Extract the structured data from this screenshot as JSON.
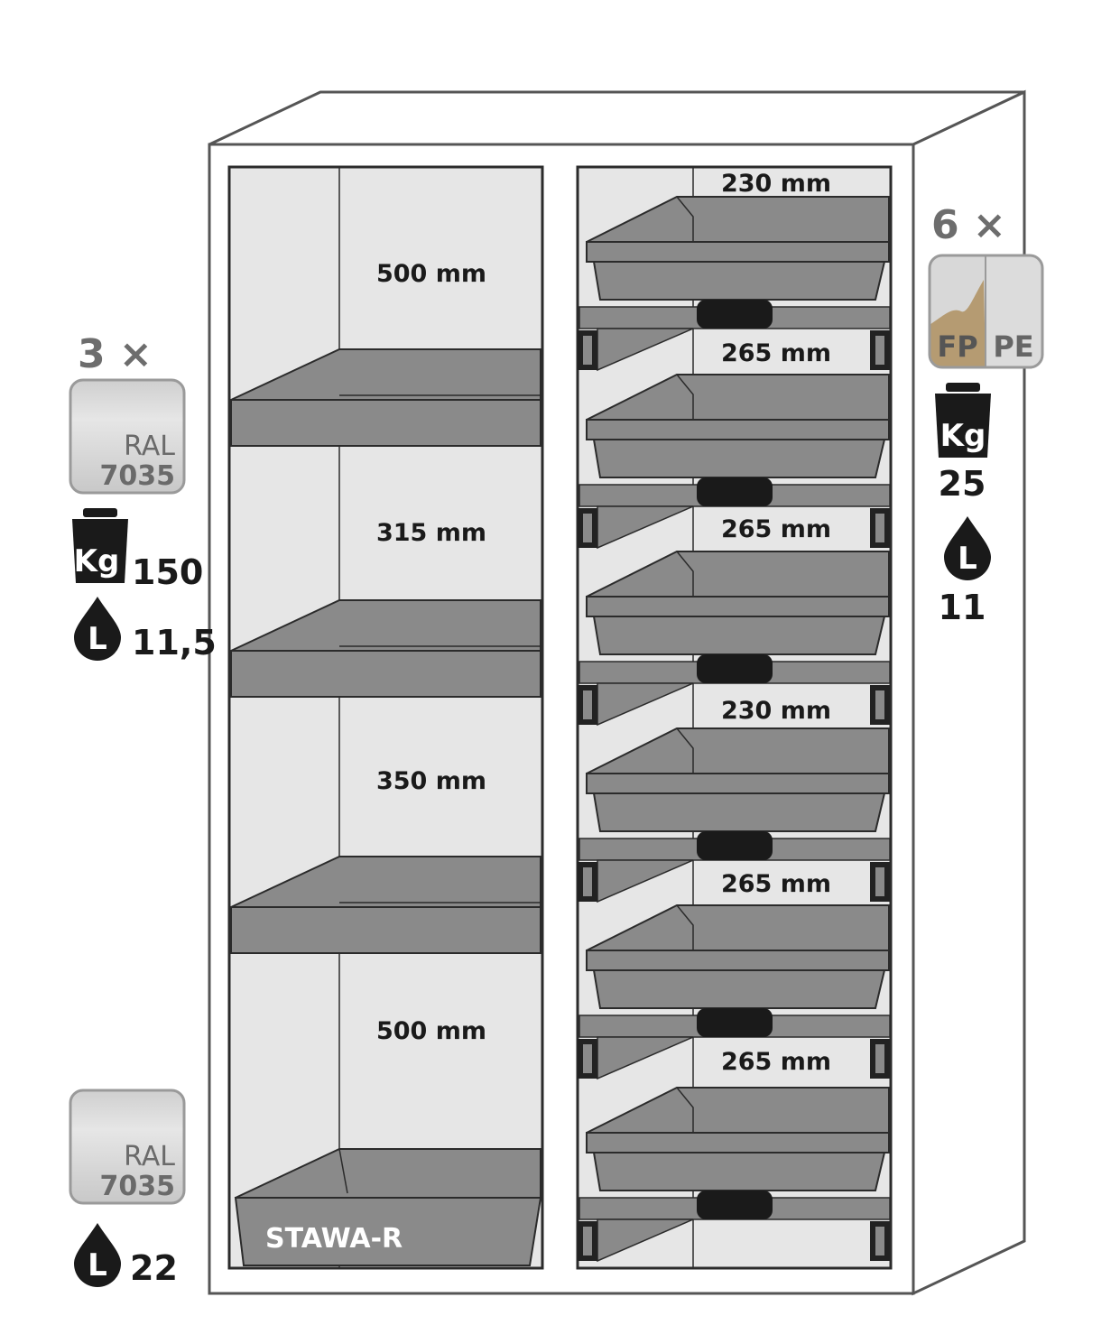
{
  "left_compartment": {
    "heights": [
      "500 mm",
      "315 mm",
      "350 mm",
      "500 mm"
    ],
    "sump_label": "STAWA-R"
  },
  "right_compartment": {
    "heights": [
      "230 mm",
      "265 mm",
      "265 mm",
      "230 mm",
      "265 mm",
      "265 mm"
    ]
  },
  "left_shelves": {
    "quantity": "3 ×",
    "ral_prefix": "RAL",
    "ral_code": "7035",
    "kg_icon": "Kg",
    "load_kg": "150",
    "liters_icon": "L",
    "volume_l": "11,5"
  },
  "bottom_sump": {
    "ral_prefix": "RAL",
    "ral_code": "7035",
    "liters_icon": "L",
    "volume_l": "22"
  },
  "right_drawers": {
    "quantity": "6 ×",
    "material_fp": "FP",
    "material_pe": "PE",
    "kg_icon": "Kg",
    "load_kg": "25",
    "liters_icon": "L",
    "volume_l": "11"
  },
  "colors": {
    "outline": "#2b2b2b",
    "interior": "#e6e6e6",
    "tray": "#8a8a8a",
    "tray_dark": "#707070",
    "ral_swatch": "#d2d2d2",
    "fp_swatch": "#b59b72",
    "pe_swatch": "#d9d9d9"
  }
}
